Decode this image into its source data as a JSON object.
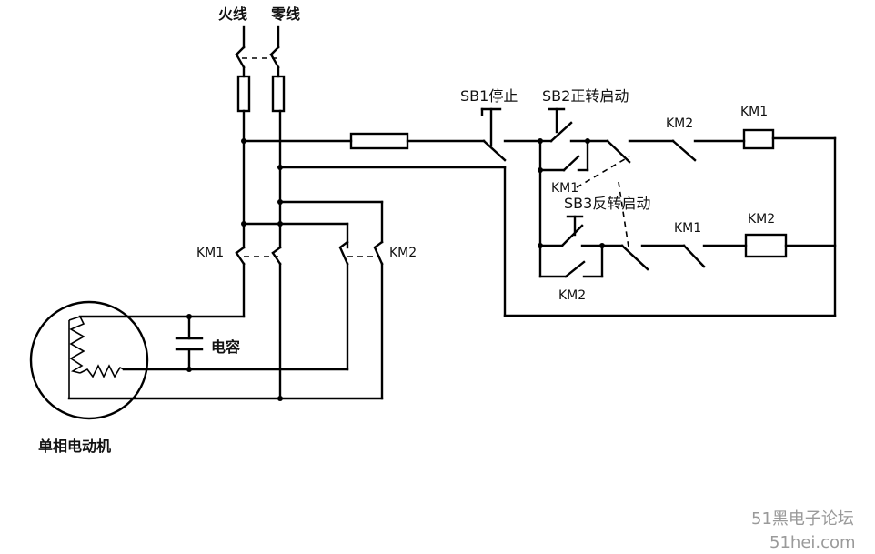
{
  "labels": {
    "live_wire": "火线",
    "neutral_wire": "零线",
    "sb1": "SB1停止",
    "sb2": "SB2正转启动",
    "sb3": "SB3反转启动",
    "km1_top_right": "KM1",
    "km2_top": "KM2",
    "km1_sb2_aux": "KM1",
    "km2_mid": "KM2",
    "km1_mid": "KM1",
    "km2_aux_bottom": "KM2",
    "km1_left": "KM1",
    "km2_left": "KM2",
    "capacitor": "电容",
    "motor": "单相电动机"
  },
  "watermark": {
    "line1": "51黑电子论坛",
    "line2": "51hei.com"
  }
}
